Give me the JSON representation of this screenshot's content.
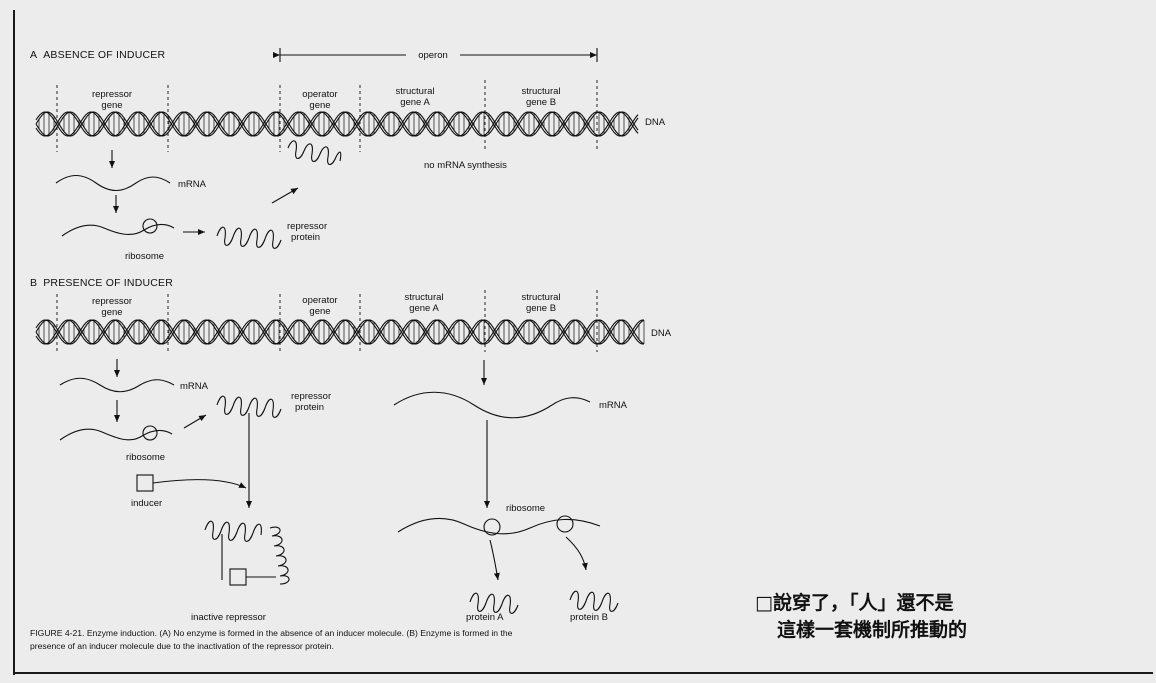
{
  "diagram": {
    "section_a": {
      "letter": "A",
      "title": "ABSENCE OF INDUCER"
    },
    "section_b": {
      "letter": "B",
      "title": "PRESENCE OF INDUCER"
    },
    "operon": "operon",
    "repressor_gene": [
      "repressor",
      "gene"
    ],
    "operator_gene": [
      "operator",
      "gene"
    ],
    "structural_gene_a": [
      "structural",
      "gene A"
    ],
    "structural_gene_b": [
      "structural",
      "gene B"
    ],
    "dna": "DNA",
    "mrna": "mRNA",
    "no_mrna_synthesis": "no mRNA synthesis",
    "ribosome": "ribosome",
    "repressor_protein": [
      "repressor",
      "protein"
    ],
    "inducer": "inducer",
    "inactive_repressor": "inactive repressor",
    "protein_a": "protein A",
    "protein_b": "protein B",
    "caption": [
      "FIGURE 4-21. Enzyme induction. (A) No enzyme is formed in the absence of an inducer molecule. (B) Enzyme is formed in the",
      "presence of an inducer molecule due to the inactivation of the repressor protein."
    ]
  },
  "annotation": {
    "line1": "□說穿了，「人」還不是",
    "line2": "這樣一套機制所推動的"
  }
}
